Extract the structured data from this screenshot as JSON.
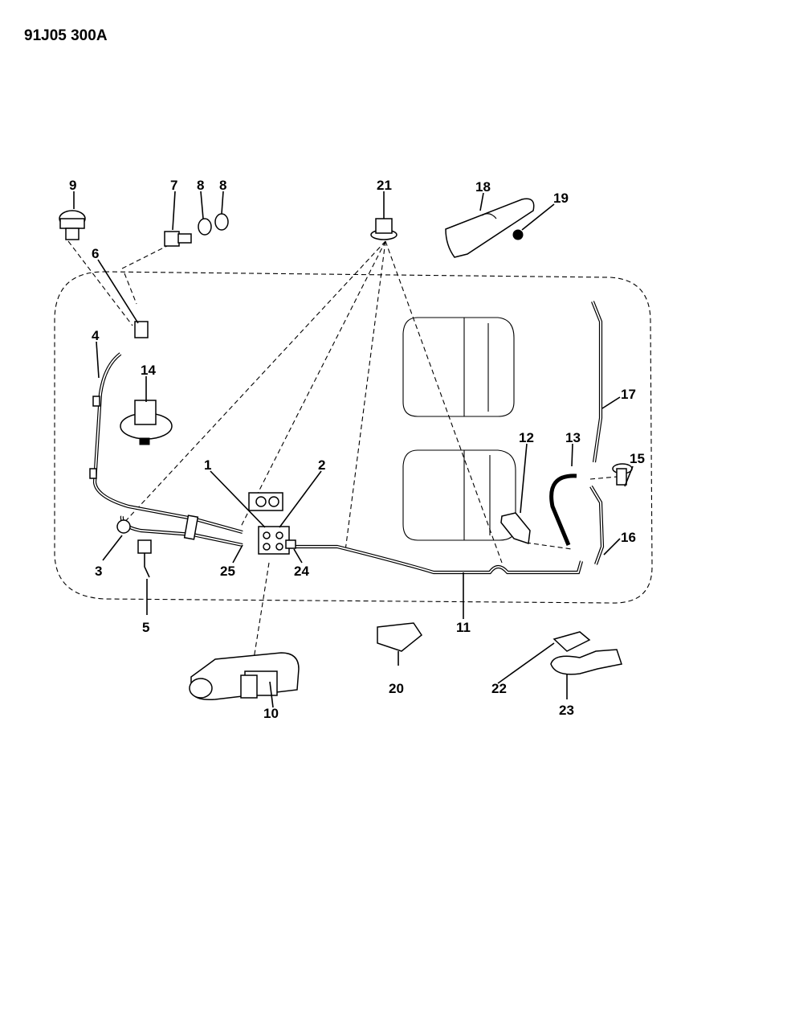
{
  "doc_id": "91J05 300A",
  "callouts": [
    "1",
    "2",
    "3",
    "4",
    "5",
    "6",
    "7",
    "8",
    "9",
    "10",
    "11",
    "12",
    "13",
    "14",
    "15",
    "16",
    "17",
    "18",
    "19",
    "20",
    "21",
    "22",
    "23",
    "24",
    "25"
  ],
  "callout_8b": "8",
  "icons": [
    "bleeder-screw-icon",
    "banjo-bolt-icon",
    "washer-icon",
    "proportioning-valve-icon",
    "brake-hose-icon",
    "tube-clip-icon",
    "retainer-clip-icon",
    "heat-shield-icon",
    "bracket-icon",
    "junction-block-icon"
  ]
}
